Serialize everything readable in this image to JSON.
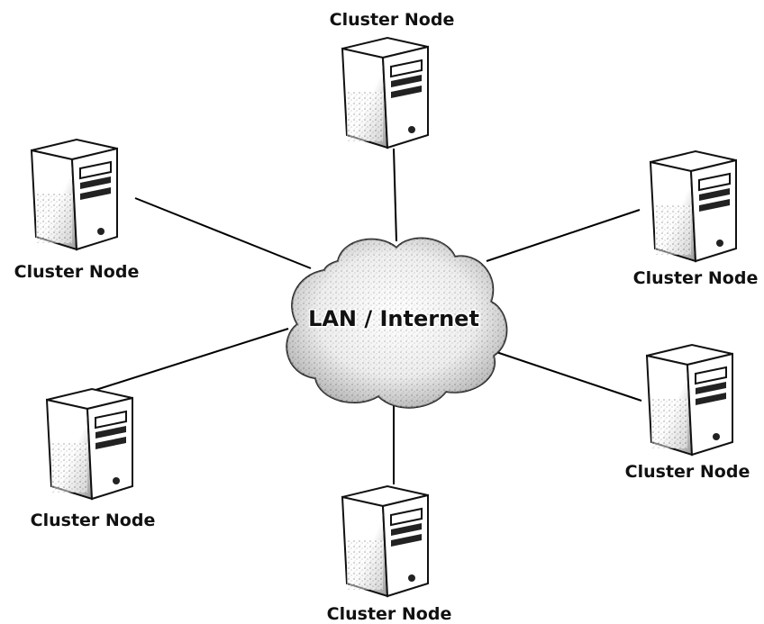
{
  "diagram": {
    "center": {
      "label": "LAN / Internet",
      "icon": "cloud-icon"
    },
    "nodes": [
      {
        "label": "Cluster Node",
        "icon": "server-tower-icon"
      },
      {
        "label": "Cluster Node",
        "icon": "server-tower-icon"
      },
      {
        "label": "Cluster Node",
        "icon": "server-tower-icon"
      },
      {
        "label": "Cluster Node",
        "icon": "server-tower-icon"
      },
      {
        "label": "Cluster Node",
        "icon": "server-tower-icon"
      },
      {
        "label": "Cluster Node",
        "icon": "server-tower-icon"
      }
    ],
    "colors": {
      "line": "#000000",
      "outline": "#111111",
      "fill": "#ffffff",
      "shade": "#555555"
    }
  }
}
